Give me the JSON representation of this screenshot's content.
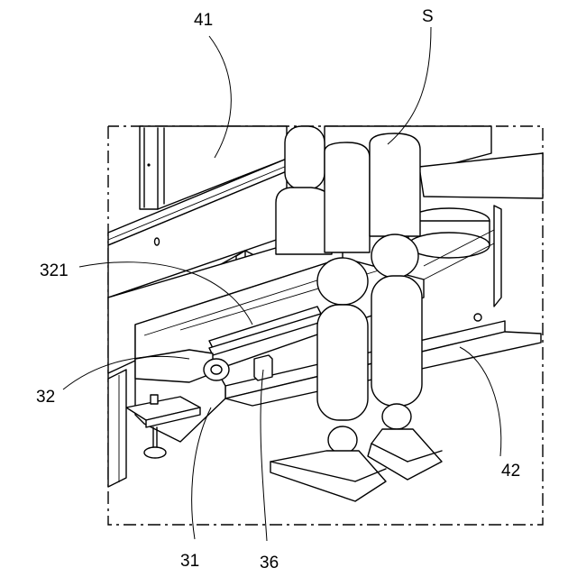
{
  "labels": {
    "l41": "41",
    "lS": "S",
    "l321": "321",
    "l32": "32",
    "l42": "42",
    "l31": "31",
    "l36": "36"
  }
}
